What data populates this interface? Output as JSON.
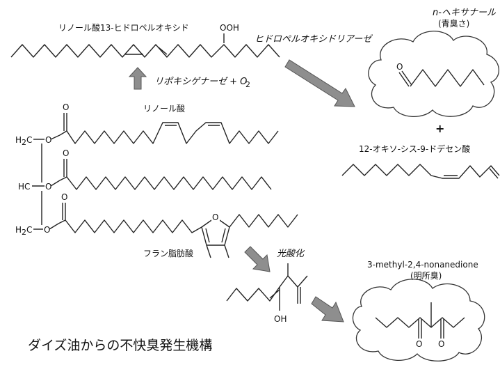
{
  "title": "ダイズ油からの不快臭発生機構",
  "labels": {
    "hydroperoxide": "リノール酸13-ヒドロペルオキシド",
    "ooh": "OOH",
    "hydroperoxide_lyase": "ヒドロペルオキシドリアーゼ",
    "lipoxygenase": "リポキシゲナーゼ + O",
    "o2_sub": "2",
    "linoleic_acid": "リノール酸",
    "furan_fatty_acid": "フラン脂肪酸",
    "photooxidation": "光酸化",
    "hexanal": "n-ヘキサナール",
    "hexanal_note": "(青臭さ)",
    "plus": "+",
    "oxo_dodecenoic": "12-オキソ-シス-9-ドデセン酸",
    "dione": "3-methyl-2,4-nonanedione",
    "dione_note": "(明所臭)"
  },
  "atoms": {
    "h2c": "H",
    "h2c_sub": "2",
    "c": "C",
    "hc": "HC",
    "o": "O",
    "oh": "OH"
  },
  "colors": {
    "arrow_fill": "#8e8e8e",
    "line": "#222222",
    "background": "#ffffff"
  }
}
